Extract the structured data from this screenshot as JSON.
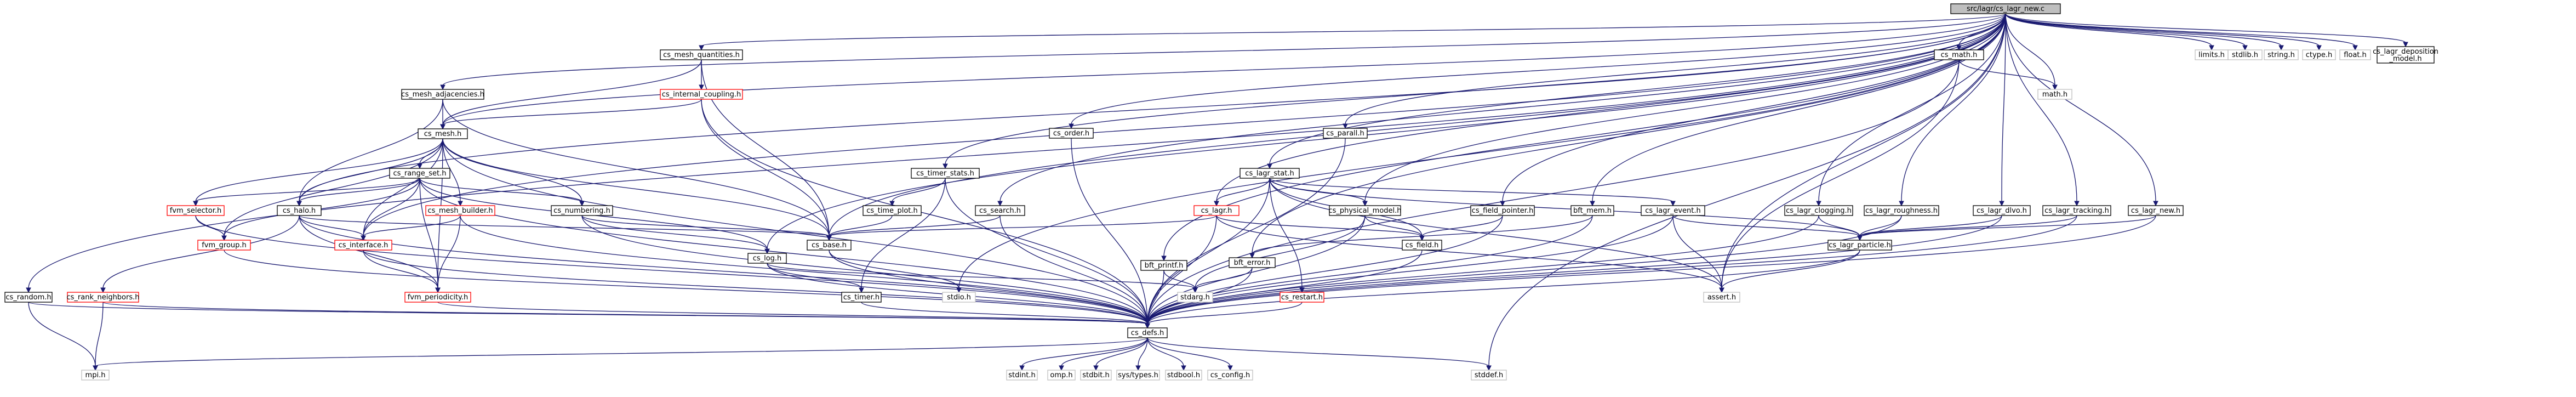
{
  "diagram": {
    "root": "src/lagr/cs_lagr_new.c",
    "nodes": [
      {
        "id": "root",
        "label": "src/lagr/cs_lagr_new.c",
        "style": "root"
      },
      {
        "id": "limits",
        "label": "limits.h",
        "style": "gray"
      },
      {
        "id": "stdlib",
        "label": "stdlib.h",
        "style": "gray"
      },
      {
        "id": "string",
        "label": "string.h",
        "style": "gray"
      },
      {
        "id": "ctype",
        "label": "ctype.h",
        "style": "gray"
      },
      {
        "id": "float",
        "label": "float.h",
        "style": "gray"
      },
      {
        "id": "deposition",
        "label": "cs_lagr_deposition\n_model.h",
        "style": "normal"
      },
      {
        "id": "mesh_quantities",
        "label": "cs_mesh_quantities.h",
        "style": "normal"
      },
      {
        "id": "math",
        "label": "cs_math.h",
        "style": "normal"
      },
      {
        "id": "internal_coupling",
        "label": "cs_internal_coupling.h",
        "style": "red"
      },
      {
        "id": "mesh_adjacencies",
        "label": "cs_mesh_adjacencies.h",
        "style": "normal"
      },
      {
        "id": "mathh",
        "label": "math.h",
        "style": "gray"
      },
      {
        "id": "mesh",
        "label": "cs_mesh.h",
        "style": "normal"
      },
      {
        "id": "order",
        "label": "cs_order.h",
        "style": "normal"
      },
      {
        "id": "parall",
        "label": "cs_parall.h",
        "style": "normal"
      },
      {
        "id": "timer_stats",
        "label": "cs_timer_stats.h",
        "style": "normal"
      },
      {
        "id": "range_set",
        "label": "cs_range_set.h",
        "style": "normal"
      },
      {
        "id": "lagr_stat",
        "label": "cs_lagr_stat.h",
        "style": "normal"
      },
      {
        "id": "fvm_selector",
        "label": "fvm_selector.h",
        "style": "red"
      },
      {
        "id": "halo",
        "label": "cs_halo.h",
        "style": "normal"
      },
      {
        "id": "mesh_builder",
        "label": "cs_mesh_builder.h",
        "style": "red"
      },
      {
        "id": "numbering",
        "label": "cs_numbering.h",
        "style": "normal"
      },
      {
        "id": "time_plot",
        "label": "cs_time_plot.h",
        "style": "normal"
      },
      {
        "id": "search",
        "label": "cs_search.h",
        "style": "normal"
      },
      {
        "id": "lagr",
        "label": "cs_lagr.h",
        "style": "red"
      },
      {
        "id": "physical_model",
        "label": "cs_physical_model.h",
        "style": "normal"
      },
      {
        "id": "field_pointer",
        "label": "cs_field_pointer.h",
        "style": "normal"
      },
      {
        "id": "bft_mem",
        "label": "bft_mem.h",
        "style": "normal"
      },
      {
        "id": "lagr_event",
        "label": "cs_lagr_event.h",
        "style": "normal"
      },
      {
        "id": "lagr_clogging",
        "label": "cs_lagr_clogging.h",
        "style": "normal"
      },
      {
        "id": "lagr_roughness",
        "label": "cs_lagr_roughness.h",
        "style": "normal"
      },
      {
        "id": "lagr_dlvo",
        "label": "cs_lagr_dlvo.h",
        "style": "normal"
      },
      {
        "id": "lagr_tracking",
        "label": "cs_lagr_tracking.h",
        "style": "normal"
      },
      {
        "id": "lagr_new",
        "label": "cs_lagr_new.h",
        "style": "normal"
      },
      {
        "id": "fvm_group",
        "label": "fvm_group.h",
        "style": "red"
      },
      {
        "id": "interface",
        "label": "cs_interface.h",
        "style": "red"
      },
      {
        "id": "base",
        "label": "cs_base.h",
        "style": "normal"
      },
      {
        "id": "log",
        "label": "cs_log.h",
        "style": "normal"
      },
      {
        "id": "bft_printf",
        "label": "bft_printf.h",
        "style": "normal"
      },
      {
        "id": "bft_error",
        "label": "bft_error.h",
        "style": "normal"
      },
      {
        "id": "field",
        "label": "cs_field.h",
        "style": "normal"
      },
      {
        "id": "lagr_particle",
        "label": "cs_lagr_particle.h",
        "style": "normal"
      },
      {
        "id": "random",
        "label": "cs_random.h",
        "style": "normal"
      },
      {
        "id": "rank_neighbors",
        "label": "cs_rank_neighbors.h",
        "style": "red"
      },
      {
        "id": "fvm_periodicity",
        "label": "fvm_periodicity.h",
        "style": "red"
      },
      {
        "id": "timer",
        "label": "cs_timer.h",
        "style": "normal"
      },
      {
        "id": "stdio",
        "label": "stdio.h",
        "style": "gray"
      },
      {
        "id": "stdarg",
        "label": "stdarg.h",
        "style": "gray"
      },
      {
        "id": "restart",
        "label": "cs_restart.h",
        "style": "red"
      },
      {
        "id": "assert",
        "label": "assert.h",
        "style": "gray"
      },
      {
        "id": "defs",
        "label": "cs_defs.h",
        "style": "normal"
      },
      {
        "id": "mpi",
        "label": "mpi.h",
        "style": "gray"
      },
      {
        "id": "stdint",
        "label": "stdint.h",
        "style": "gray"
      },
      {
        "id": "omp",
        "label": "omp.h",
        "style": "gray"
      },
      {
        "id": "stdbit",
        "label": "stdbit.h",
        "style": "gray"
      },
      {
        "id": "systypes",
        "label": "sys/types.h",
        "style": "gray"
      },
      {
        "id": "stdbool",
        "label": "stdbool.h",
        "style": "gray"
      },
      {
        "id": "config",
        "label": "cs_config.h",
        "style": "gray"
      },
      {
        "id": "stddef",
        "label": "stddef.h",
        "style": "gray"
      }
    ],
    "edges": [
      [
        "root",
        "limits"
      ],
      [
        "root",
        "stdlib"
      ],
      [
        "root",
        "string"
      ],
      [
        "root",
        "ctype"
      ],
      [
        "root",
        "float"
      ],
      [
        "root",
        "deposition"
      ],
      [
        "root",
        "mesh_quantities"
      ],
      [
        "root",
        "math"
      ],
      [
        "root",
        "mesh_adjacencies"
      ],
      [
        "root",
        "mesh"
      ],
      [
        "root",
        "order"
      ],
      [
        "root",
        "parall"
      ],
      [
        "root",
        "timer_stats"
      ],
      [
        "root",
        "lagr_stat"
      ],
      [
        "root",
        "lagr"
      ],
      [
        "root",
        "physical_model"
      ],
      [
        "root",
        "field_pointer"
      ],
      [
        "root",
        "bft_mem"
      ],
      [
        "root",
        "lagr_clogging"
      ],
      [
        "root",
        "lagr_roughness"
      ],
      [
        "root",
        "lagr_dlvo"
      ],
      [
        "root",
        "lagr_tracking"
      ],
      [
        "root",
        "lagr_new"
      ],
      [
        "root",
        "random"
      ],
      [
        "root",
        "base"
      ],
      [
        "root",
        "log"
      ],
      [
        "root",
        "bft_printf"
      ],
      [
        "root",
        "bft_error"
      ],
      [
        "root",
        "search"
      ],
      [
        "root",
        "halo"
      ],
      [
        "root",
        "interface"
      ],
      [
        "root",
        "stdio"
      ],
      [
        "root",
        "assert"
      ],
      [
        "root",
        "stddef"
      ],
      [
        "root",
        "mathh"
      ],
      [
        "mesh_quantities",
        "internal_coupling"
      ],
      [
        "mesh_quantities",
        "mesh"
      ],
      [
        "mesh_quantities",
        "base"
      ],
      [
        "internal_coupling",
        "mesh"
      ],
      [
        "internal_coupling",
        "base"
      ],
      [
        "internal_coupling",
        "defs"
      ],
      [
        "mesh_adjacencies",
        "mesh"
      ],
      [
        "mesh_adjacencies",
        "halo"
      ],
      [
        "mesh_adjacencies",
        "base"
      ],
      [
        "math",
        "mathh"
      ],
      [
        "math",
        "assert"
      ],
      [
        "math",
        "defs"
      ],
      [
        "mesh",
        "range_set"
      ],
      [
        "mesh",
        "fvm_selector"
      ],
      [
        "mesh",
        "halo"
      ],
      [
        "mesh",
        "mesh_builder"
      ],
      [
        "mesh",
        "numbering"
      ],
      [
        "mesh",
        "fvm_group"
      ],
      [
        "mesh",
        "interface"
      ],
      [
        "mesh",
        "fvm_periodicity"
      ],
      [
        "mesh",
        "base"
      ],
      [
        "mesh",
        "defs"
      ],
      [
        "range_set",
        "fvm_selector"
      ],
      [
        "range_set",
        "halo"
      ],
      [
        "range_set",
        "interface"
      ],
      [
        "range_set",
        "fvm_group"
      ],
      [
        "range_set",
        "numbering"
      ],
      [
        "range_set",
        "fvm_periodicity"
      ],
      [
        "range_set",
        "defs"
      ],
      [
        "range_set",
        "log"
      ],
      [
        "fvm_selector",
        "fvm_group"
      ],
      [
        "fvm_selector",
        "defs"
      ],
      [
        "fvm_group",
        "defs"
      ],
      [
        "halo",
        "interface"
      ],
      [
        "halo",
        "rank_neighbors"
      ],
      [
        "halo",
        "fvm_periodicity"
      ],
      [
        "halo",
        "base"
      ],
      [
        "halo",
        "defs"
      ],
      [
        "mesh_builder",
        "interface"
      ],
      [
        "mesh_builder",
        "fvm_periodicity"
      ],
      [
        "mesh_builder",
        "defs"
      ],
      [
        "interface",
        "fvm_periodicity"
      ],
      [
        "interface",
        "defs"
      ],
      [
        "numbering",
        "base"
      ],
      [
        "numbering",
        "log"
      ],
      [
        "numbering",
        "defs"
      ],
      [
        "order",
        "defs"
      ],
      [
        "parall",
        "defs"
      ],
      [
        "timer_stats",
        "time_plot"
      ],
      [
        "timer_stats",
        "timer"
      ],
      [
        "timer_stats",
        "defs"
      ],
      [
        "time_plot",
        "base"
      ],
      [
        "search",
        "base"
      ],
      [
        "search",
        "defs"
      ],
      [
        "lagr_stat",
        "lagr"
      ],
      [
        "lagr_stat",
        "physical_model"
      ],
      [
        "lagr_stat",
        "field"
      ],
      [
        "lagr_stat",
        "lagr_event"
      ],
      [
        "lagr_stat",
        "lagr_particle"
      ],
      [
        "lagr_stat",
        "restart"
      ],
      [
        "lagr_stat",
        "assert"
      ],
      [
        "lagr_stat",
        "defs"
      ],
      [
        "lagr",
        "base"
      ],
      [
        "lagr",
        "field"
      ],
      [
        "lagr",
        "assert"
      ],
      [
        "lagr",
        "defs"
      ],
      [
        "physical_model",
        "field"
      ],
      [
        "physical_model",
        "defs"
      ],
      [
        "physical_model",
        "stdarg"
      ],
      [
        "field_pointer",
        "field"
      ],
      [
        "field_pointer",
        "defs"
      ],
      [
        "bft_mem",
        "bft_error"
      ],
      [
        "bft_mem",
        "defs"
      ],
      [
        "lagr_event",
        "lagr_particle"
      ],
      [
        "lagr_event",
        "assert"
      ],
      [
        "lagr_event",
        "defs"
      ],
      [
        "lagr_clogging",
        "lagr_particle"
      ],
      [
        "lagr_clogging",
        "defs"
      ],
      [
        "lagr_roughness",
        "lagr_particle"
      ],
      [
        "lagr_roughness",
        "defs"
      ],
      [
        "lagr_dlvo",
        "lagr_particle"
      ],
      [
        "lagr_dlvo",
        "defs"
      ],
      [
        "lagr_tracking",
        "lagr_particle"
      ],
      [
        "lagr_tracking",
        "defs"
      ],
      [
        "lagr_new",
        "lagr_particle"
      ],
      [
        "lagr_new",
        "defs"
      ],
      [
        "lagr_particle",
        "assert"
      ],
      [
        "lagr_particle",
        "defs"
      ],
      [
        "base",
        "stdio"
      ],
      [
        "base",
        "defs"
      ],
      [
        "log",
        "timer"
      ],
      [
        "log",
        "stdarg"
      ],
      [
        "log",
        "defs"
      ],
      [
        "bft_printf",
        "stdarg"
      ],
      [
        "bft_printf",
        "defs"
      ],
      [
        "bft_error",
        "stdarg"
      ],
      [
        "bft_error",
        "defs"
      ],
      [
        "field",
        "defs"
      ],
      [
        "random",
        "mpi"
      ],
      [
        "random",
        "defs"
      ],
      [
        "rank_neighbors",
        "mpi"
      ],
      [
        "rank_neighbors",
        "defs"
      ],
      [
        "fvm_periodicity",
        "defs"
      ],
      [
        "timer",
        "defs"
      ],
      [
        "restart",
        "defs"
      ],
      [
        "defs",
        "mpi"
      ],
      [
        "defs",
        "stdint"
      ],
      [
        "defs",
        "omp"
      ],
      [
        "defs",
        "stdbit"
      ],
      [
        "defs",
        "systypes"
      ],
      [
        "defs",
        "stdbool"
      ],
      [
        "defs",
        "config"
      ],
      [
        "defs",
        "stddef"
      ]
    ]
  }
}
